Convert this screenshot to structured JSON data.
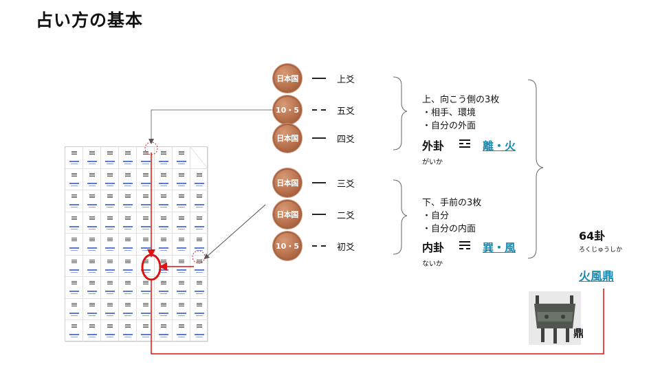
{
  "title": "占い方の基本",
  "coins": [
    {
      "face": "日本国",
      "line": "solid",
      "label": "上爻"
    },
    {
      "face": "10・5",
      "line": "broken",
      "label": "五爻"
    },
    {
      "face": "日本国",
      "line": "solid",
      "label": "四爻"
    },
    {
      "face": "日本国",
      "line": "solid",
      "label": "三爻"
    },
    {
      "face": "日本国",
      "line": "solid",
      "label": "二爻"
    },
    {
      "face": "10・5",
      "line": "broken",
      "label": "初爻"
    }
  ],
  "upper": {
    "lines": [
      "上、向こう側の3枚",
      "・相手、環境",
      "・自分の外面"
    ],
    "name": "外卦",
    "reading": "がいか",
    "trigram": "離・火"
  },
  "lower": {
    "lines": [
      "下、手前の3枚",
      "・自分",
      "・自分の内面"
    ],
    "name": "内卦",
    "reading": "ないか",
    "trigram": "巽・風"
  },
  "result": {
    "label": "64卦",
    "reading": "ろくじゅうしか",
    "hexagram": "火風鼎",
    "image_caption": "鼎"
  },
  "colors": {
    "accent_red": "#dd1111",
    "link": "#1a8ab0",
    "coin": "#b7704b"
  }
}
